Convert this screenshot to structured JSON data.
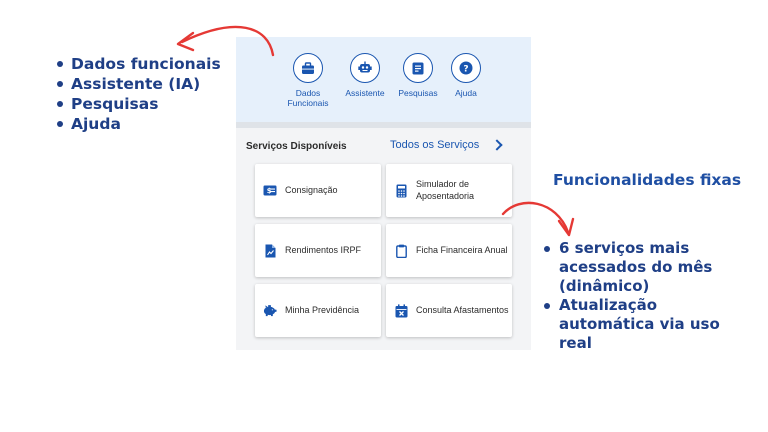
{
  "left_annotation": {
    "items": [
      "Dados funcionais",
      "Assistente (IA)",
      "Pesquisas",
      "Ajuda"
    ]
  },
  "right_annotation": {
    "title": "Funcionalidades fixas",
    "items": [
      "6 serviços mais acessados do mês (dinâmico)",
      "Atualização automática via uso real"
    ]
  },
  "colors": {
    "annotation_text": "#1f3f86",
    "arrow": "#e53935",
    "brand_blue": "#1a56b0",
    "top_panel": "#e6f0fb"
  },
  "app": {
    "shortcuts": [
      {
        "label": "Dados Funcionais",
        "icon": "briefcase-icon"
      },
      {
        "label": "Assistente",
        "icon": "robot-icon"
      },
      {
        "label": "Pesquisas",
        "icon": "survey-icon"
      },
      {
        "label": "Ajuda",
        "icon": "help-icon"
      }
    ],
    "services_title": "Serviços Disponíveis",
    "all_services_link": "Todos os Serviços",
    "services": [
      {
        "label": "Consignação",
        "icon": "money-card-icon"
      },
      {
        "label": "Simulador de Aposentadoria",
        "icon": "calculator-icon"
      },
      {
        "label": "Rendimentos IRPF",
        "icon": "document-chart-icon"
      },
      {
        "label": "Ficha Financeira Anual",
        "icon": "clipboard-icon"
      },
      {
        "label": "Minha Previdência",
        "icon": "piggy-bank-icon"
      },
      {
        "label": "Consulta Afastamentos",
        "icon": "calendar-x-icon"
      }
    ]
  }
}
